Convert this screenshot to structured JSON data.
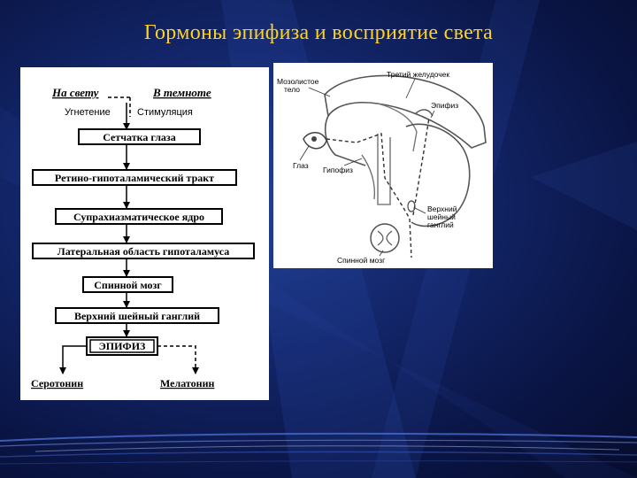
{
  "slide": {
    "title": "Гормоны эпифиза и восприятие света"
  },
  "flowchart": {
    "top_left_label": "На свету",
    "top_right_label": "В темноте",
    "inhibition_label": "Угнетение",
    "stimulation_label": "Стимуляция",
    "nodes": [
      "Сетчатка глаза",
      "Ретино-гипоталамический тракт",
      "Супрахиазматическое ядро",
      "Латеральная область гипоталамуса",
      "Спинной мозг",
      "Верхний шейный ганглий",
      "ЭПИФИЗ"
    ],
    "outputs": {
      "left": "Серотонин",
      "right": "Мелатонин"
    }
  },
  "anatomy": {
    "labels": {
      "corpus_callosum_line1": "Мозолистое",
      "corpus_callosum_line2": "тело",
      "third_ventricle": "Третий желудочек",
      "pineal": "Эпифиз",
      "eye": "Глаз",
      "pituitary": "Гипофиз",
      "ganglion_line1": "Верхний",
      "ganglion_line2": "шейный",
      "ganglion_line3": "ганглий",
      "spinal_cord": "Спинной мозг"
    }
  },
  "colors": {
    "title": "#ffd21f",
    "background": "#13266a",
    "panel": "#ffffff"
  }
}
